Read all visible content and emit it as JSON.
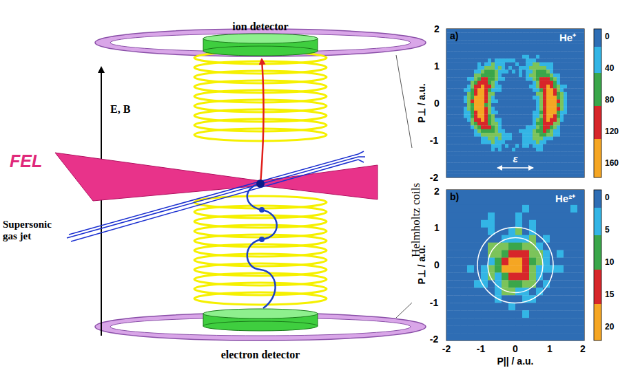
{
  "diagram": {
    "nodes": [
      {
        "text": [
          "ion detector"
        ]
      },
      {
        "text": [
          "electron detector"
        ]
      },
      {
        "text": [
          "a)",
          "He⁺"
        ]
      },
      {
        "text": [
          "b)",
          "He²⁺"
        ]
      }
    ],
    "labels": [
      "E, B",
      "FEL",
      "Supersonic gas jet",
      "Helmholtz coils",
      "P⊥ / a.u.",
      "2",
      "1",
      "0",
      "-1",
      "-2",
      "0",
      "40",
      "80",
      "120",
      "160",
      "ε",
      "P⊥ / a.u.",
      "2",
      "1",
      "0",
      "-1",
      "-2",
      "-2",
      "-1",
      "0",
      "1",
      "2",
      "P|| / a.u.",
      "0",
      "5",
      "10",
      "15",
      "20"
    ]
  }
}
